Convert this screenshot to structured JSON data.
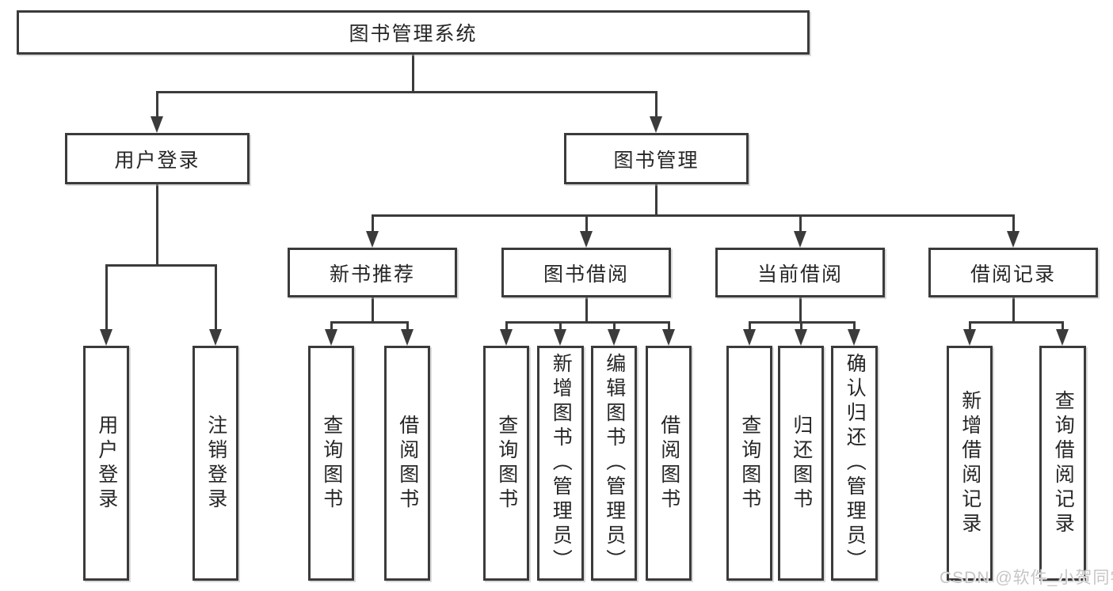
{
  "root": {
    "label": "图书管理系统"
  },
  "level2": {
    "user_login": {
      "label": "用户登录"
    },
    "book_mgmt": {
      "label": "图书管理"
    }
  },
  "level3": {
    "new_book_rec": {
      "label": "新书推荐"
    },
    "book_borrow": {
      "label": "图书借阅"
    },
    "current_borrow": {
      "label": "当前借阅"
    },
    "borrow_record": {
      "label": "借阅记录"
    }
  },
  "leaves": {
    "user_login": {
      "label": "用户登录"
    },
    "logout": {
      "label": "注销登录"
    },
    "nb_query": {
      "label": "查询图书"
    },
    "nb_borrow": {
      "label": "借阅图书"
    },
    "bb_query": {
      "label": "查询图书"
    },
    "bb_add": {
      "label": "新增图书（管理员）"
    },
    "bb_edit": {
      "label": "编辑图书（管理员）"
    },
    "bb_borrow": {
      "label": "借阅图书"
    },
    "cb_query": {
      "label": "查询图书"
    },
    "cb_return": {
      "label": "归还图书"
    },
    "cb_confirm": {
      "label": "确认归还（管理员）"
    },
    "br_add": {
      "label": "新增借阅记录"
    },
    "br_query": {
      "label": "查询借阅记录"
    }
  },
  "watermark": {
    "text": "CSDN @软件_小贺同学"
  },
  "colors": {
    "line": "#3b3b3b",
    "text": "#262626",
    "watermark": "#c6c6c6",
    "background": "#ffffff"
  }
}
